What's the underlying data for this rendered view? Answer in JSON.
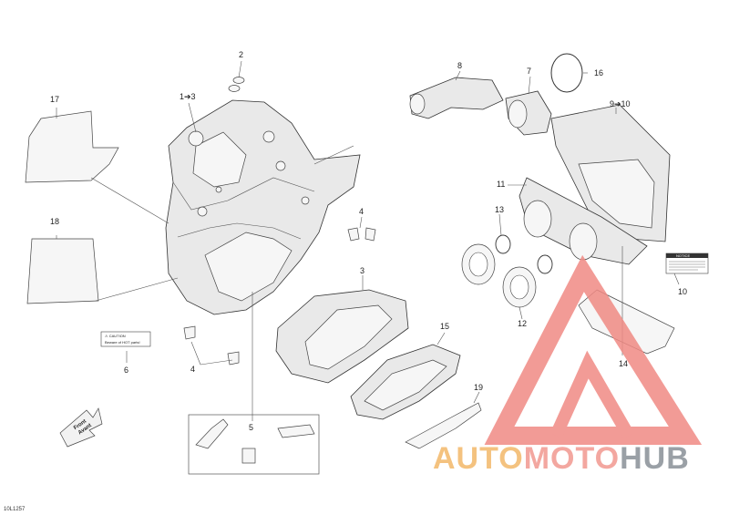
{
  "diagram_code": "10L1257",
  "callouts": {
    "c1": "1➔3",
    "c2": "2",
    "c3": "3",
    "c4a": "4",
    "c4b": "4",
    "c5": "5",
    "c6": "6",
    "c7": "7",
    "c8": "8",
    "c9": "9➔10",
    "c10": "10",
    "c11": "11",
    "c12": "12",
    "c13": "13",
    "c14": "14",
    "c15": "15",
    "c16": "16",
    "c17": "17",
    "c18": "18",
    "c19": "19"
  },
  "caution_label": {
    "line1": "⚠ CAUTION",
    "line2": "Beware of HOT parts!"
  },
  "notice_label": {
    "title": "NOTICE"
  },
  "front_arrow": {
    "line1": "Front",
    "line2": "Avant"
  },
  "watermark": {
    "part1": "AUTO",
    "part2": "MOTO",
    "part3": "HUB"
  },
  "colors": {
    "watermark_triangle": "#f08a84",
    "watermark_auto": "#f4c27f",
    "watermark_moto": "#f3a7a0",
    "watermark_hub": "#9aa0a6"
  }
}
